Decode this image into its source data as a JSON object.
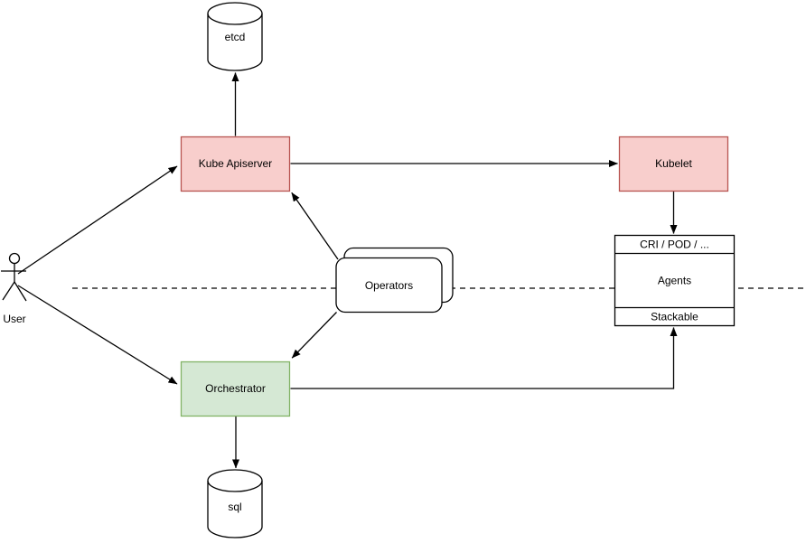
{
  "nodes": {
    "user": {
      "label": "User"
    },
    "etcd": {
      "label": "etcd"
    },
    "kube_apiserver": {
      "label": "Kube Apiserver"
    },
    "kubelet": {
      "label": "Kubelet"
    },
    "operators": {
      "label": "Operators"
    },
    "orchestrator": {
      "label": "Orchestrator"
    },
    "sql": {
      "label": "sql"
    },
    "agents": {
      "header": "CRI / POD / ...",
      "body": "Agents",
      "footer": "Stackable"
    }
  },
  "colors": {
    "pink_fill": "#f8cecc",
    "pink_stroke": "#b85450",
    "green_fill": "#d5e8d4",
    "green_stroke": "#82b366"
  },
  "edges": [
    {
      "from": "User",
      "to": "Kube Apiserver",
      "style": "solid-arrow"
    },
    {
      "from": "User",
      "to": "Orchestrator",
      "style": "solid-arrow"
    },
    {
      "from": "Kube Apiserver",
      "to": "etcd",
      "style": "solid-arrow"
    },
    {
      "from": "Kube Apiserver",
      "to": "Kubelet",
      "style": "solid-arrow"
    },
    {
      "from": "Kubelet",
      "to": "Agents (CRI / POD / ...)",
      "style": "solid-arrow"
    },
    {
      "from": "Operators",
      "to": "Kube Apiserver",
      "style": "solid-arrow"
    },
    {
      "from": "Operators",
      "to": "Orchestrator",
      "style": "solid-arrow"
    },
    {
      "from": "Orchestrator",
      "to": "sql",
      "style": "solid-arrow"
    },
    {
      "from": "Orchestrator",
      "to": "Agents (Stackable)",
      "style": "solid-arrow"
    },
    {
      "from": "left",
      "to": "right",
      "style": "dashed-separator"
    }
  ]
}
